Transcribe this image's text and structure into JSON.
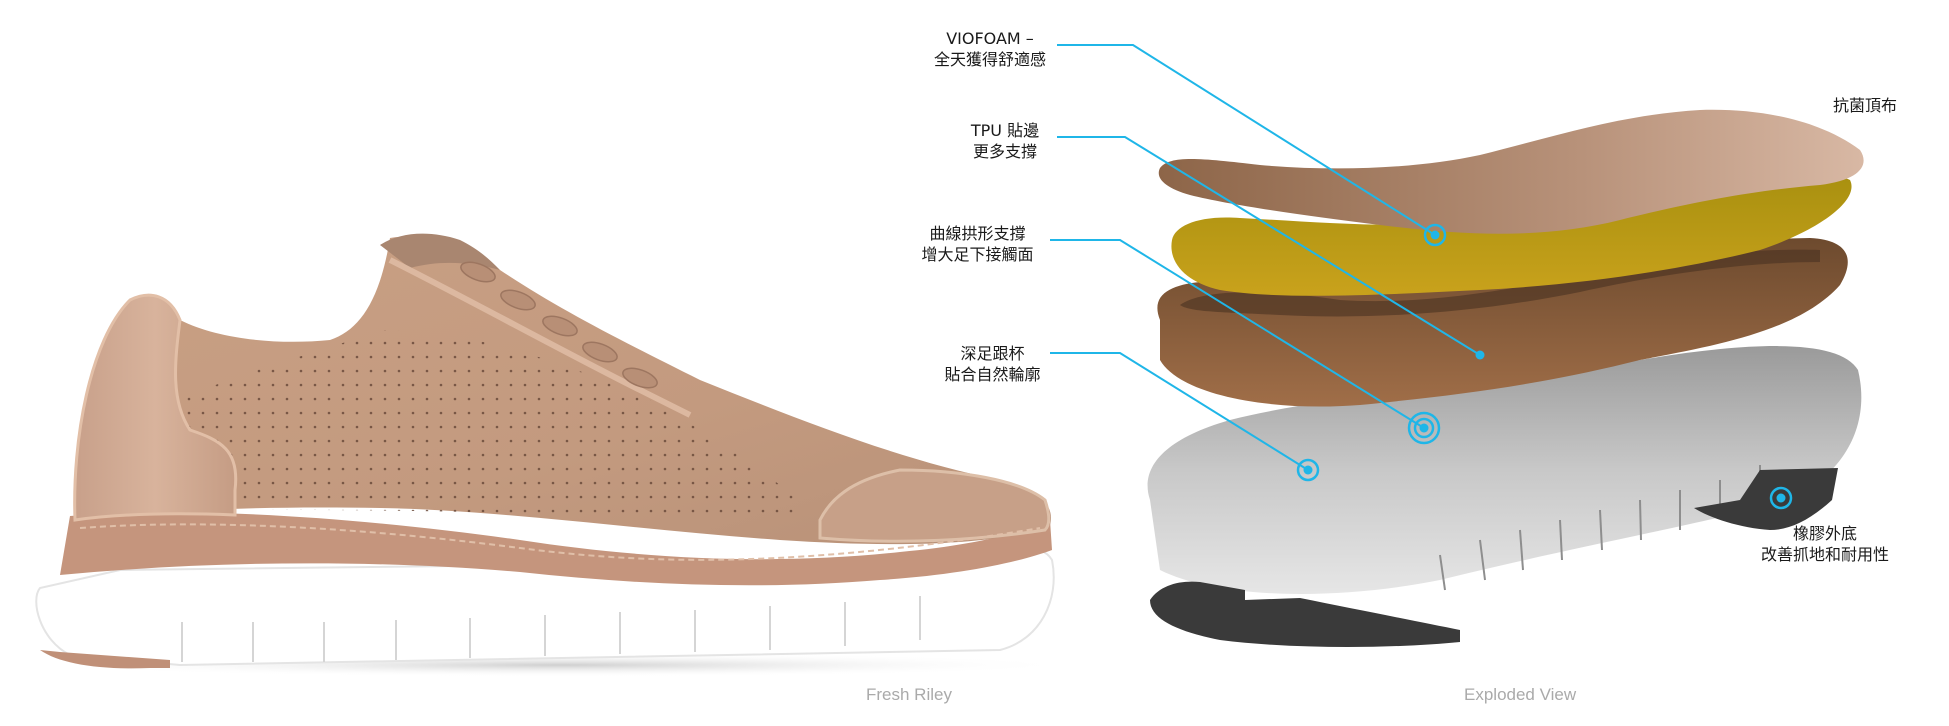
{
  "figure": {
    "left_panel": {
      "caption": "Fresh Riley",
      "subject": "sneaker-side-view"
    },
    "right_panel": {
      "caption": "Exploded View",
      "subject": "exploded-sole-layers"
    }
  },
  "annotations": [
    {
      "id": "viofoam",
      "line1": "VIOFOAM –",
      "line2": "全天獲得舒適感",
      "marker": "ring"
    },
    {
      "id": "tpu",
      "line1": "TPU 貼邊",
      "line2": "更多支撐",
      "marker": "dot"
    },
    {
      "id": "arch",
      "line1": "曲線拱形支撐",
      "line2": "增大足下接觸面",
      "marker": "double-ring"
    },
    {
      "id": "heel-cup",
      "line1": "深足跟杯",
      "line2": "貼合自然輪廓",
      "marker": "ring"
    },
    {
      "id": "top-cover",
      "line1": "抗菌頂布",
      "line2": "",
      "marker": "none"
    },
    {
      "id": "outsole",
      "line1": "橡膠外底",
      "line2": "改善抓地和耐用性",
      "marker": "ring"
    }
  ],
  "colors": {
    "leader_line": "#1fb6e8",
    "label_text": "#1a1a1a",
    "caption_text": "#aaaaaa",
    "upper": "#c49a7e",
    "midsole": "#ffffff",
    "insole_top": "#b68a6c",
    "foam": "#a88c10",
    "tpu_frame": "#946542",
    "eva_base": "#c8c8c8",
    "rubber": "#3a3a3a"
  }
}
